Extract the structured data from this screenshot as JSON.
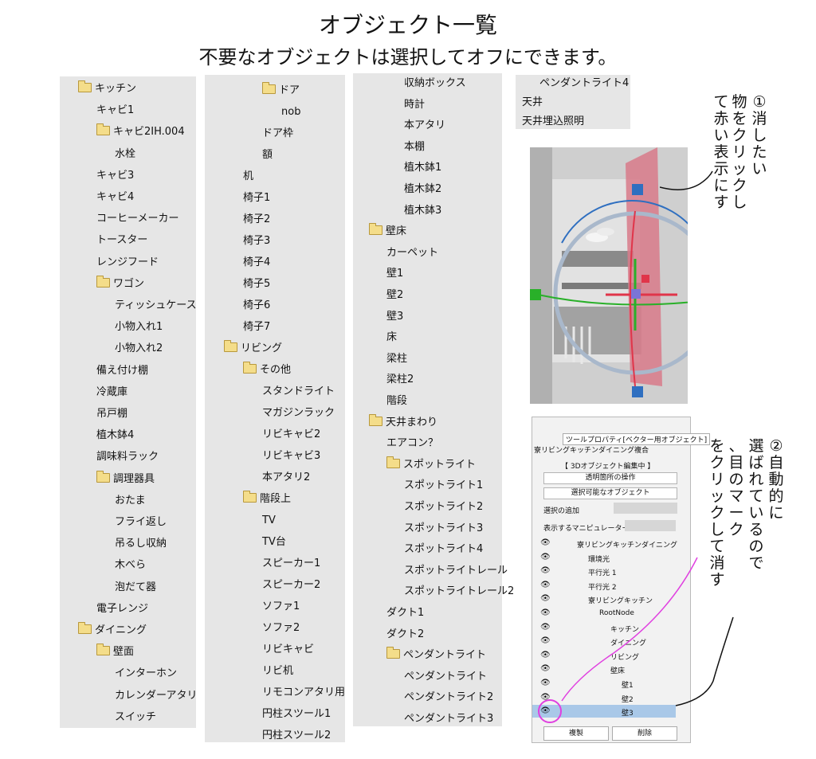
{
  "header": {
    "title": "オブジェクト一覧",
    "subtitle": "不要なオブジェクトは選択してオフにできます。"
  },
  "columns": [
    {
      "items": [
        {
          "label": "キッチン",
          "folder": true,
          "level": 0
        },
        {
          "label": "キャビ1",
          "folder": false,
          "level": 1
        },
        {
          "label": "キャビ2IH.004",
          "folder": true,
          "level": 1
        },
        {
          "label": "水栓",
          "folder": false,
          "level": 2
        },
        {
          "label": "キャビ3",
          "folder": false,
          "level": 1
        },
        {
          "label": "キャビ4",
          "folder": false,
          "level": 1
        },
        {
          "label": "コーヒーメーカー",
          "folder": false,
          "level": 1
        },
        {
          "label": "トースター",
          "folder": false,
          "level": 1
        },
        {
          "label": "レンジフード",
          "folder": false,
          "level": 1
        },
        {
          "label": "ワゴン",
          "folder": true,
          "level": 1
        },
        {
          "label": "ティッシュケース",
          "folder": false,
          "level": 2
        },
        {
          "label": "小物入れ1",
          "folder": false,
          "level": 2
        },
        {
          "label": "小物入れ2",
          "folder": false,
          "level": 2
        },
        {
          "label": "備え付け棚",
          "folder": false,
          "level": 1
        },
        {
          "label": "冷蔵庫",
          "folder": false,
          "level": 1
        },
        {
          "label": "吊戸棚",
          "folder": false,
          "level": 1
        },
        {
          "label": "植木鉢4",
          "folder": false,
          "level": 1
        },
        {
          "label": "調味料ラック",
          "folder": false,
          "level": 1
        },
        {
          "label": "調理器具",
          "folder": true,
          "level": 1
        },
        {
          "label": "おたま",
          "folder": false,
          "level": 2
        },
        {
          "label": "フライ返し",
          "folder": false,
          "level": 2
        },
        {
          "label": "吊るし収納",
          "folder": false,
          "level": 2
        },
        {
          "label": "木べら",
          "folder": false,
          "level": 2
        },
        {
          "label": "泡だて器",
          "folder": false,
          "level": 2
        },
        {
          "label": "電子レンジ",
          "folder": false,
          "level": 1
        },
        {
          "label": "ダイニング",
          "folder": true,
          "level": 0
        },
        {
          "label": "壁面",
          "folder": true,
          "level": 1
        },
        {
          "label": "インターホン",
          "folder": false,
          "level": 2
        },
        {
          "label": "カレンダーアタリ",
          "folder": false,
          "level": 2
        },
        {
          "label": "スイッチ",
          "folder": false,
          "level": 2
        }
      ]
    },
    {
      "items": [
        {
          "label": "ドア",
          "folder": true,
          "level": 1
        },
        {
          "label": "nob",
          "folder": false,
          "level": 2
        },
        {
          "label": "ドア枠",
          "folder": false,
          "level": 1
        },
        {
          "label": "額",
          "folder": false,
          "level": 1
        },
        {
          "label": "机",
          "folder": false,
          "level": 0
        },
        {
          "label": "椅子1",
          "folder": false,
          "level": 0
        },
        {
          "label": "椅子2",
          "folder": false,
          "level": 0
        },
        {
          "label": "椅子3",
          "folder": false,
          "level": 0
        },
        {
          "label": "椅子4",
          "folder": false,
          "level": 0
        },
        {
          "label": "椅子5",
          "folder": false,
          "level": 0
        },
        {
          "label": "椅子6",
          "folder": false,
          "level": 0
        },
        {
          "label": "椅子7",
          "folder": false,
          "level": 0
        },
        {
          "label": "リビング",
          "folder": true,
          "level": -1
        },
        {
          "label": "その他",
          "folder": true,
          "level": 0
        },
        {
          "label": "スタンドライト",
          "folder": false,
          "level": 1
        },
        {
          "label": "マガジンラック",
          "folder": false,
          "level": 1
        },
        {
          "label": "リビキャビ2",
          "folder": false,
          "level": 1
        },
        {
          "label": "リビキャビ3",
          "folder": false,
          "level": 1
        },
        {
          "label": "本アタリ2",
          "folder": false,
          "level": 1
        },
        {
          "label": "階段上",
          "folder": true,
          "level": 0
        },
        {
          "label": "TV",
          "folder": false,
          "level": 1
        },
        {
          "label": "TV台",
          "folder": false,
          "level": 1
        },
        {
          "label": "スピーカー1",
          "folder": false,
          "level": 1
        },
        {
          "label": "スピーカー2",
          "folder": false,
          "level": 1
        },
        {
          "label": "ソファ1",
          "folder": false,
          "level": 1
        },
        {
          "label": "ソファ2",
          "folder": false,
          "level": 1
        },
        {
          "label": "リビキャビ",
          "folder": false,
          "level": 1
        },
        {
          "label": "リビ机",
          "folder": false,
          "level": 1
        },
        {
          "label": "リモコンアタリ用",
          "folder": false,
          "level": 1
        },
        {
          "label": "円柱スツール1",
          "folder": false,
          "level": 1
        },
        {
          "label": "円柱スツール2",
          "folder": false,
          "level": 1
        }
      ]
    },
    {
      "items": [
        {
          "label": "収納ボックス",
          "folder": false,
          "level": 1
        },
        {
          "label": "時計",
          "folder": false,
          "level": 1
        },
        {
          "label": "本アタリ",
          "folder": false,
          "level": 1
        },
        {
          "label": "本棚",
          "folder": false,
          "level": 1
        },
        {
          "label": "植木鉢1",
          "folder": false,
          "level": 1
        },
        {
          "label": "植木鉢2",
          "folder": false,
          "level": 1
        },
        {
          "label": "植木鉢3",
          "folder": false,
          "level": 1
        },
        {
          "label": "壁床",
          "folder": true,
          "level": -1
        },
        {
          "label": "カーペット",
          "folder": false,
          "level": 0
        },
        {
          "label": "壁1",
          "folder": false,
          "level": 0
        },
        {
          "label": "壁2",
          "folder": false,
          "level": 0
        },
        {
          "label": "壁3",
          "folder": false,
          "level": 0
        },
        {
          "label": "床",
          "folder": false,
          "level": 0
        },
        {
          "label": "梁柱",
          "folder": false,
          "level": 0
        },
        {
          "label": "梁柱2",
          "folder": false,
          "level": 0
        },
        {
          "label": "階段",
          "folder": false,
          "level": 0
        },
        {
          "label": "天井まわり",
          "folder": true,
          "level": -1
        },
        {
          "label": "エアコン？",
          "folder": false,
          "level": 0
        },
        {
          "label": "スポットライト",
          "folder": true,
          "level": 0
        },
        {
          "label": "スポットライト1",
          "folder": false,
          "level": 1
        },
        {
          "label": "スポットライト2",
          "folder": false,
          "level": 1
        },
        {
          "label": "スポットライト3",
          "folder": false,
          "level": 1
        },
        {
          "label": "スポットライト4",
          "folder": false,
          "level": 1
        },
        {
          "label": "スポットライトレール",
          "folder": false,
          "level": 1
        },
        {
          "label": "スポットライトレール2",
          "folder": false,
          "level": 1
        },
        {
          "label": "ダクト1",
          "folder": false,
          "level": 0
        },
        {
          "label": "ダクト2",
          "folder": false,
          "level": 0
        },
        {
          "label": "ペンダントライト",
          "folder": true,
          "level": 0
        },
        {
          "label": "ペンダントライト",
          "folder": false,
          "level": 1
        },
        {
          "label": "ペンダントライト2",
          "folder": false,
          "level": 1
        },
        {
          "label": "ペンダントライト3",
          "folder": false,
          "level": 1
        }
      ]
    },
    {
      "items": [
        {
          "label": "ペンダントライト4",
          "folder": false,
          "level": 1
        },
        {
          "label": "天井",
          "folder": false,
          "level": 0
        },
        {
          "label": "天井埋込照明",
          "folder": false,
          "level": 0
        }
      ]
    }
  ],
  "annotations": {
    "note1": "①消したい物をクリックして赤い表示にする",
    "note2": "②自動的に選ばれているので、目のマークをクリックして消す"
  },
  "tool_panel": {
    "tab_label": "ツールプロパティ[ベクター用オブジェクト]",
    "object_name": "寮リビングキッチンダイニング複合",
    "edit_mode": "【 3Dオブジェクト編集中 】",
    "transparency_dropdown": "透明箇所の操作",
    "selectable_dropdown": "選択可能なオブジェクト",
    "add_selection_label": "選択の追加",
    "manipulator_label": "表示するマニピュレーター",
    "layers": [
      {
        "label": "寮リビングキッチンダイニング",
        "level": 0
      },
      {
        "label": "環境光",
        "level": 1
      },
      {
        "label": "平行光 1",
        "level": 1
      },
      {
        "label": "平行光 2",
        "level": 1
      },
      {
        "label": "寮リビングキッチン",
        "level": 1
      },
      {
        "label": "RootNode",
        "level": 2
      },
      {
        "label": "キッチン",
        "level": 3
      },
      {
        "label": "ダイニング",
        "level": 3
      },
      {
        "label": "リビング",
        "level": 3
      },
      {
        "label": "壁床",
        "level": 3
      },
      {
        "label": "壁1",
        "level": 4
      },
      {
        "label": "壁2",
        "level": 4
      },
      {
        "label": "壁3",
        "level": 4
      }
    ],
    "duplicate_button": "複製",
    "delete_button": "削除"
  },
  "colors": {
    "panel_bg": "#e6e6e6",
    "selection": "#a9c8e8",
    "annotation_magenta": "#e040e0",
    "wall_highlight": "#d87a8a"
  }
}
